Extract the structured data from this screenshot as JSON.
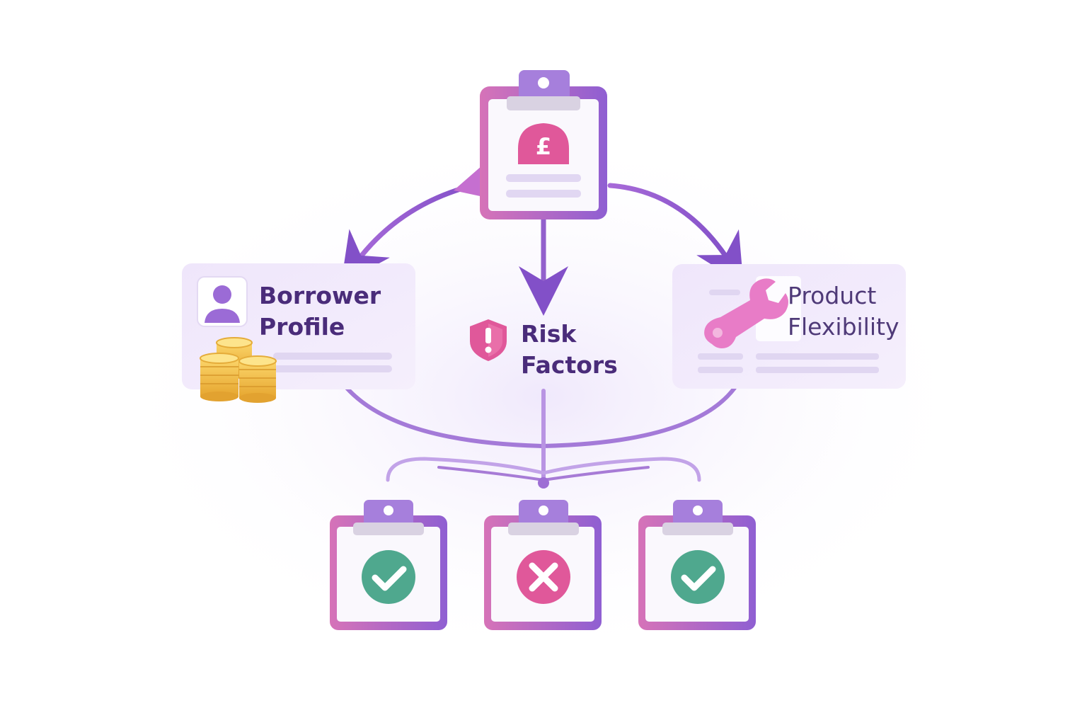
{
  "nodes": {
    "borrower": {
      "line1": "Borrower",
      "line2": "Profile"
    },
    "risk": {
      "line1": "Risk",
      "line2": "Factors"
    },
    "product": {
      "line1": "Product",
      "line2": "Flexibility"
    }
  },
  "icons": {
    "top": "pound-bag-icon",
    "borrower": "user-icon",
    "coins": "coin-stack-icon",
    "risk": "shield-alert-icon",
    "product": "wrench-icon",
    "outcomes": [
      "check-icon",
      "cross-icon",
      "check-icon"
    ]
  },
  "colors": {
    "purple": "#9b6bd6",
    "deep_purple": "#7e4bc0",
    "pink": "#e0589a",
    "green": "#4fa88e",
    "text": "#4a2c7a",
    "card": "#f1eafb"
  }
}
